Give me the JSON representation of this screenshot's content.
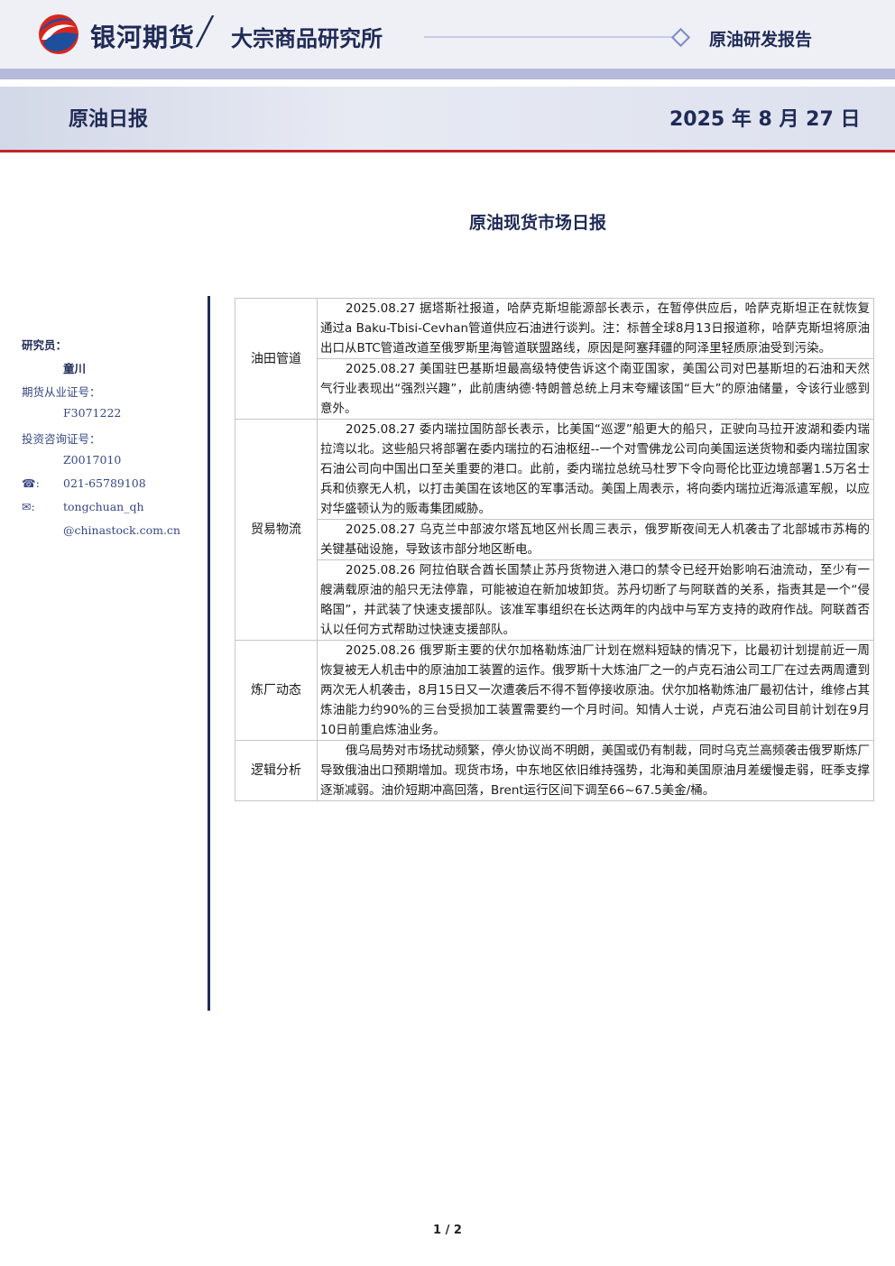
{
  "header": {
    "brand": "银河期货",
    "institute": "大宗商品研究所",
    "report_type": "原油研发报告",
    "daily_title": "原油日报",
    "date": "2025 年 8 月 27 日",
    "colors": {
      "navy": "#1f2a56",
      "accent_red": "#c0262c",
      "logo_blue": "#1d4f9c",
      "logo_red": "#d7261f"
    }
  },
  "title": "原油现货市场日报",
  "sidebar": {
    "researcher_label": "研究员：",
    "researcher_name": "童川",
    "futures_cert_label": "期货从业证号：",
    "futures_cert": "F3071222",
    "invest_cert_label": "投资咨询证号：",
    "invest_cert": "Z0017010",
    "phone_icon": "phone-icon",
    "phone": "021-65789108",
    "email_icon": "mail-icon",
    "email_line1": "tongchuan_qh",
    "email_line2": "@chinastock.com.cn"
  },
  "sections": [
    {
      "category": "油田管道",
      "items": [
        "2025.08.27 据塔斯社报道，哈萨克斯坦能源部长表示，在暂停供应后，哈萨克斯坦正在就恢复通过a Baku-Tbisi-Cevhan管道供应石油进行谈判。注：标普全球8月13日报道称，哈萨克斯坦将原油出口从BTC管道改道至俄罗斯里海管道联盟路线，原因是阿塞拜疆的阿泽里轻质原油受到污染。",
        "2025.08.27 美国驻巴基斯坦最高级特使告诉这个南亚国家，美国公司对巴基斯坦的石油和天然气行业表现出“强烈兴趣”，此前唐纳德·特朗普总统上月末夸耀该国“巨大”的原油储量，令该行业感到意外。"
      ]
    },
    {
      "category": "贸易物流",
      "items": [
        "2025.08.27 委内瑞拉国防部长表示，比美国“巡逻”船更大的船只，正驶向马拉开波湖和委内瑞拉湾以北。这些船只将部署在委内瑞拉的石油枢纽--一个对雪佛龙公司向美国运送货物和委内瑞拉国家石油公司向中国出口至关重要的港口。此前，委内瑞拉总统马杜罗下令向哥伦比亚边境部署1.5万名士兵和侦察无人机，以打击美国在该地区的军事活动。美国上周表示，将向委内瑞拉近海派遣军舰，以应对华盛顿认为的贩毒集团威胁。",
        "2025.08.27 乌克兰中部波尔塔瓦地区州长周三表示，俄罗斯夜间无人机袭击了北部城市苏梅的关键基础设施，导致该市部分地区断电。",
        "2025.08.26 阿拉伯联合酋长国禁止苏丹货物进入港口的禁令已经开始影响石油流动，至少有一艘满载原油的船只无法停靠，可能被迫在新加坡卸货。苏丹切断了与阿联酋的关系，指责其是一个“侵略国”，并武装了快速支援部队。该准军事组织在长达两年的内战中与军方支持的政府作战。阿联酋否认以任何方式帮助过快速支援部队。"
      ]
    },
    {
      "category": "炼厂动态",
      "items": [
        "2025.08.26 俄罗斯主要的伏尔加格勒炼油厂计划在燃料短缺的情况下，比最初计划提前近一周恢复被无人机击中的原油加工装置的运作。俄罗斯十大炼油厂之一的卢克石油公司工厂在过去两周遭到两次无人机袭击，8月15日又一次遭袭后不得不暂停接收原油。伏尔加格勒炼油厂最初估计，维修占其炼油能力约90%的三台受损加工装置需要约一个月时间。知情人士说，卢克石油公司目前计划在9月10日前重启炼油业务。"
      ]
    },
    {
      "category": "逻辑分析",
      "items": [
        "俄乌局势对市场扰动频繁，停火协议尚不明朗，美国或仍有制裁，同时乌克兰高频袭击俄罗斯炼厂导致俄油出口预期增加。现货市场，中东地区依旧维持强势，北海和美国原油月差缓慢走弱，旺季支撑逐渐减弱。油价短期冲高回落，Brent运行区间下调至66~67.5美金/桶。"
      ]
    }
  ],
  "footer": {
    "page": "1 / 2"
  }
}
